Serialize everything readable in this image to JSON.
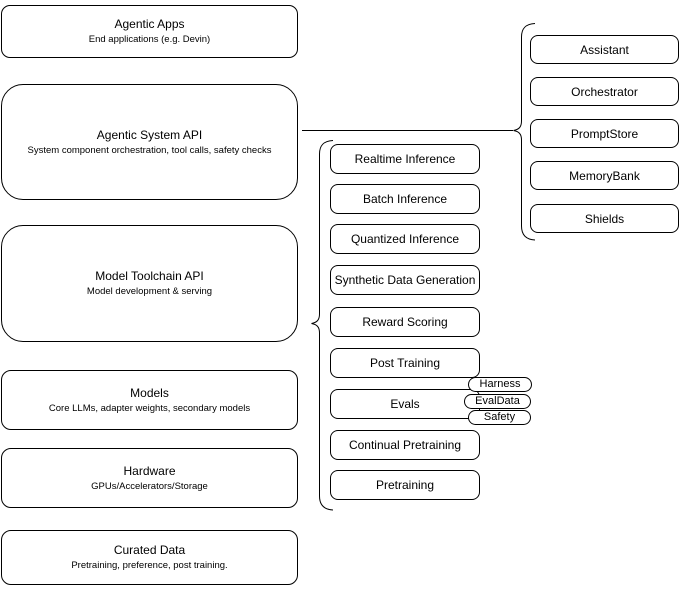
{
  "diagram": {
    "left_stack": [
      {
        "title": "Agentic Apps",
        "subtitle": "End applications (e.g. Devin)"
      },
      {
        "title": "Agentic System API",
        "subtitle": "System component orchestration, tool calls, safety checks"
      },
      {
        "title": "Model Toolchain API",
        "subtitle": "Model development & serving"
      },
      {
        "title": "Models",
        "subtitle": "Core LLMs, adapter weights, secondary models"
      },
      {
        "title": "Hardware",
        "subtitle": "GPUs/Accelerators/Storage"
      },
      {
        "title": "Curated Data",
        "subtitle": "Pretraining, preference, post training."
      }
    ],
    "toolchain_stack": [
      "Realtime Inference",
      "Batch Inference",
      "Quantized Inference",
      "Synthetic Data Generation",
      "Reward Scoring",
      "Post Training",
      "Evals",
      "Continual Pretraining",
      "Pretraining"
    ],
    "evals_tags": [
      "Harness",
      "EvalData",
      "Safety"
    ],
    "agentic_components": [
      "Assistant",
      "Orchestrator",
      "PromptStore",
      "MemoryBank",
      "Shields"
    ],
    "colors": {
      "border": "#000000",
      "fill": "#ffffff",
      "text": "#000000"
    }
  }
}
